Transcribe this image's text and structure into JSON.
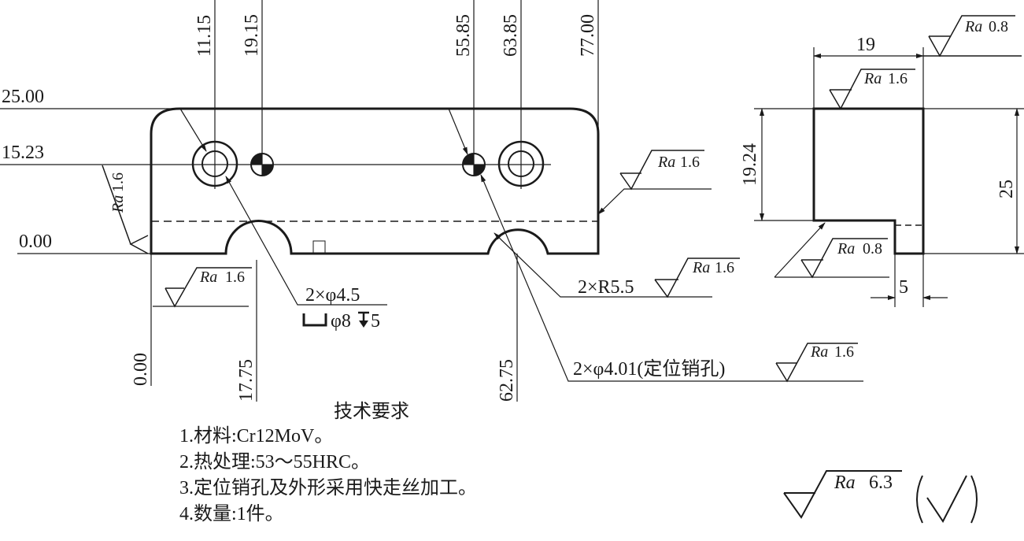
{
  "drawing": {
    "dims": {
      "x_1115": "11.15",
      "x_1915": "19.15",
      "x_5585": "55.85",
      "x_6385": "63.85",
      "x_7700": "77.00",
      "y_2500": "25.00",
      "y_1523": "15.23",
      "y_000": "0.00",
      "x_000": "0.00",
      "x_1775": "17.75",
      "x_6275": "62.75"
    },
    "callouts": {
      "hole": "2×φ4.5",
      "cbore": "φ8",
      "cbore_depth": "5",
      "radius": "2×R5.5",
      "pin": "2×φ4.01(定位销孔)"
    },
    "side_view": {
      "width": "19",
      "height_left": "19.24",
      "height_right": "25",
      "step": "5"
    },
    "roughness": {
      "ra_label": "Ra",
      "v_16": "1.6",
      "v_08": "0.8",
      "general": "6.3"
    }
  },
  "notes": {
    "title": "技术要求",
    "items": [
      "1.材料:Cr12MoV。",
      "2.热处理:53～55HRC。",
      "3.定位销孔及外形采用快走丝加工。",
      "4.数量:1件。"
    ]
  }
}
